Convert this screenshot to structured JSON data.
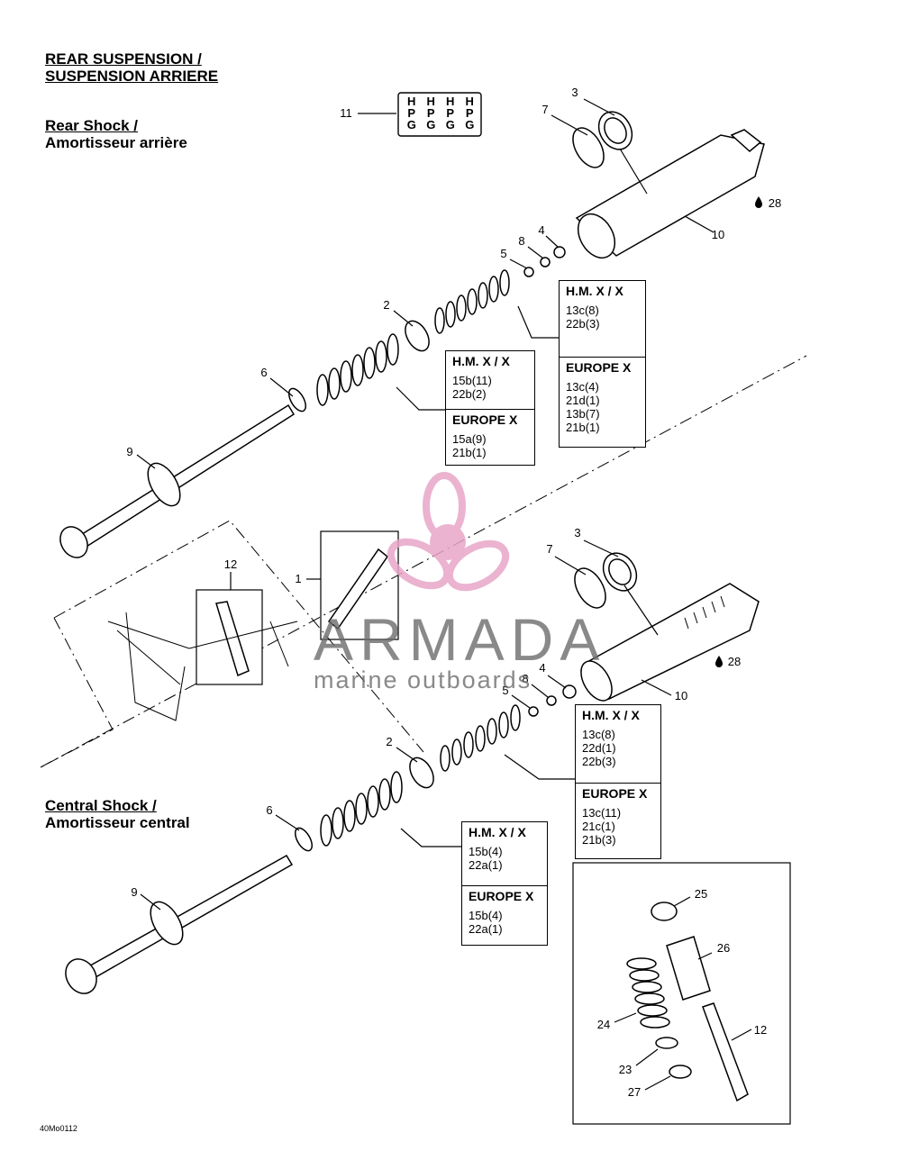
{
  "header": {
    "title_line1": "REAR SUSPENSION /",
    "title_line2": "SUSPENSION ARRIERE",
    "rear_shock_en": "Rear Shock /",
    "rear_shock_fr": "Amortisseur arrière",
    "central_shock_en": "Central Shock /",
    "central_shock_fr": "Amortisseur central"
  },
  "callouts": {
    "top": [
      "11",
      "3",
      "7",
      "28",
      "10",
      "4",
      "8",
      "5",
      "2",
      "6",
      "9"
    ],
    "mid": [
      "12",
      "1",
      "3",
      "7",
      "28",
      "10",
      "4",
      "8",
      "5",
      "2",
      "6",
      "9"
    ],
    "kit": [
      "25",
      "26",
      "24",
      "12",
      "23",
      "27"
    ]
  },
  "boxes": {
    "top_right": {
      "s1_title": "H.M. X / X",
      "s1_l1": "13c(8)",
      "s1_l2": "22b(3)",
      "s2_title": "EUROPE X",
      "s2_l1": "13c(4)",
      "s2_l2": "21d(1)",
      "s2_l3": "13b(7)",
      "s2_l4": "21b(1)"
    },
    "top_mid": {
      "s1_title": "H.M. X / X",
      "s1_l1": "15b(11)",
      "s1_l2": "22b(2)",
      "s2_title": "EUROPE X",
      "s2_l1": "15a(9)",
      "s2_l2": "21b(1)"
    },
    "mid_right": {
      "s1_title": "H.M. X / X",
      "s1_l1": "13c(8)",
      "s1_l2": "22d(1)",
      "s1_l3": "22b(3)",
      "s2_title": "EUROPE X",
      "s2_l1": "13c(11)",
      "s2_l2": "21c(1)",
      "s2_l3": "21b(3)"
    },
    "low_mid": {
      "s1_title": "H.M. X / X",
      "s1_l1": "15b(4)",
      "s1_l2": "22a(1)",
      "s2_title": "EUROPE X",
      "s2_l1": "15b(4)",
      "s2_l2": "22a(1)"
    }
  },
  "label_decal": [
    "H",
    "H",
    "H",
    "H",
    "P",
    "P",
    "P",
    "P",
    "G",
    "G",
    "G",
    "G"
  ],
  "watermark": {
    "name": "ARMADA",
    "subtitle": "marine outboards",
    "color": "#e8a6c8"
  },
  "drawing_ref": "40Mo0112"
}
